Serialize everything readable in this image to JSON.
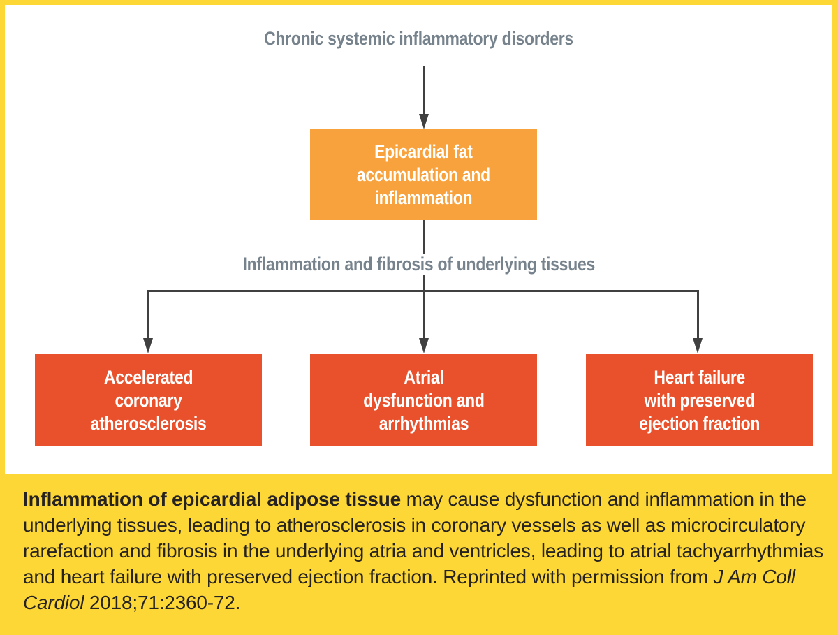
{
  "colors": {
    "background_yellow": "#FCD736",
    "panel_white": "#FFFFFF",
    "accent_orange": "#F8A23D",
    "accent_red": "#E8512B",
    "label_gray": "#76828C",
    "line_gray": "#404040",
    "caption_text": "#262322"
  },
  "diagram": {
    "top_label": "Chronic systemic inflammatory disorders",
    "center_box_label": "Epicardial fat\naccumulation and\ninflammation",
    "mid_label": "Inflammation and fibrosis of underlying tissues",
    "outcomes": [
      {
        "label": "Accelerated\ncoronary\natherosclerosis"
      },
      {
        "label": "Atrial\ndysfunction and\narrhythmias"
      },
      {
        "label": "Heart failure\nwith preserved\nejection fraction"
      }
    ]
  },
  "caption": {
    "lead_bold": "Inflammation of epicardial adipose tissue",
    "body": " may cause dysfunction and inflammation in the underlying tissues, leading to atherosclerosis in coronary vessels as well as microcirculatory rarefaction and fibrosis in the underlying atria and ventricles, leading to atrial tachyarrhythmias and heart failure with preserved ejection fraction. Reprinted with permission from ",
    "journal_italic": "J Am Coll Cardiol",
    "citation_tail": " 2018;71:2360-72."
  }
}
